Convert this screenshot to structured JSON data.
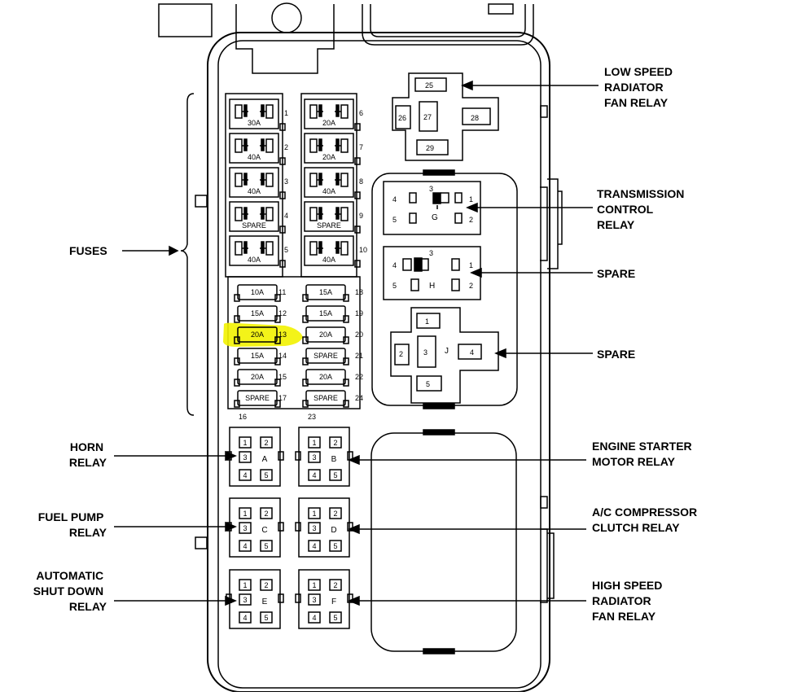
{
  "callouts": {
    "low_speed": [
      "LOW SPEED",
      "RADIATOR",
      "FAN RELAY"
    ],
    "transmission": [
      "TRANSMISSION",
      "CONTROL",
      "RELAY"
    ],
    "spare_h": [
      "SPARE"
    ],
    "spare_j": [
      "SPARE"
    ],
    "fuses": [
      "FUSES"
    ],
    "horn": [
      "HORN",
      "RELAY"
    ],
    "fuel_pump": [
      "FUEL PUMP",
      "RELAY"
    ],
    "asd": [
      "AUTOMATIC",
      "SHUT DOWN",
      "RELAY"
    ],
    "starter": [
      "ENGINE STARTER",
      "MOTOR RELAY"
    ],
    "ac": [
      "A/C COMPRESSOR",
      "CLUTCH RELAY"
    ],
    "high_speed": [
      "HIGH SPEED",
      "RADIATOR",
      "FAN RELAY"
    ]
  },
  "maxi_fuses": [
    {
      "num": "1",
      "amp": "30A"
    },
    {
      "num": "2",
      "amp": "40A"
    },
    {
      "num": "3",
      "amp": "40A"
    },
    {
      "num": "4",
      "amp": "SPARE"
    },
    {
      "num": "5",
      "amp": "40A"
    },
    {
      "num": "6",
      "amp": "20A"
    },
    {
      "num": "7",
      "amp": "20A"
    },
    {
      "num": "8",
      "amp": "40A"
    },
    {
      "num": "9",
      "amp": "SPARE"
    },
    {
      "num": "10",
      "amp": "40A"
    }
  ],
  "mini_fuses_left": [
    {
      "num": "11",
      "amp": "10A"
    },
    {
      "num": "12",
      "amp": "15A"
    },
    {
      "num": "13",
      "amp": "20A"
    },
    {
      "num": "14",
      "amp": "15A"
    },
    {
      "num": "15",
      "amp": "20A"
    },
    {
      "num": "17",
      "amp": "SPARE"
    }
  ],
  "mini_fuses_right": [
    {
      "num": "18",
      "amp": "15A"
    },
    {
      "num": "19",
      "amp": "15A"
    },
    {
      "num": "20",
      "amp": "20A"
    },
    {
      "num": "21",
      "amp": "SPARE"
    },
    {
      "num": "22",
      "amp": "20A"
    },
    {
      "num": "24",
      "amp": "SPARE"
    }
  ],
  "bottom_numbers": [
    "16",
    "23"
  ],
  "highlighted_fuse": "13",
  "relay_letters": [
    "A",
    "B",
    "C",
    "D",
    "E",
    "F"
  ],
  "relay_pins": [
    "1",
    "2",
    "3",
    "4",
    "5"
  ],
  "upper_relays": {
    "g": {
      "letter": "G",
      "pins": [
        "1",
        "2",
        "3",
        "4",
        "5"
      ]
    },
    "h": {
      "letter": "H",
      "pins": [
        "1",
        "2",
        "3",
        "4",
        "5"
      ]
    },
    "j": {
      "letter": "J",
      "pins": [
        "1",
        "2",
        "3",
        "4",
        "5"
      ]
    },
    "low_speed": {
      "pins": [
        "25",
        "26",
        "27",
        "28",
        "29"
      ]
    }
  },
  "colors": {
    "line": "#000000",
    "highlight": "#f2f200"
  }
}
